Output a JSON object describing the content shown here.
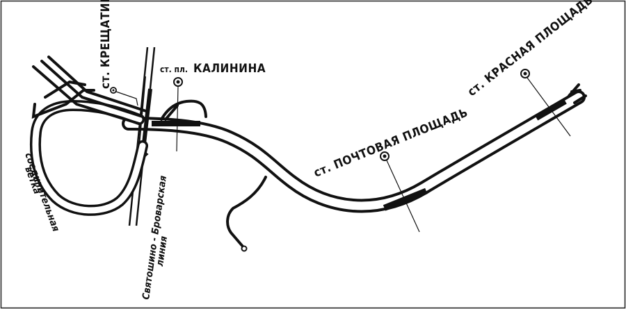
{
  "stations": {
    "khreshchatyk": "ст. КРЕЩАТИК",
    "kalinina_prefix": "ст. пл.",
    "kalinina_name": "КАЛИНИНА",
    "pochtovaya": "ст. ПОЧТОВАЯ ПЛОЩАДЬ",
    "krasnaya": "ст. КРАСНАЯ ПЛОЩАДЬ"
  },
  "labels": {
    "connecting_branch_1": "соединительная",
    "connecting_branch_2": "ветка",
    "line_1": "Святошино - Броварская",
    "line_2": "линия"
  },
  "colors": {
    "ink": "#111111",
    "paper": "#ffffff"
  }
}
